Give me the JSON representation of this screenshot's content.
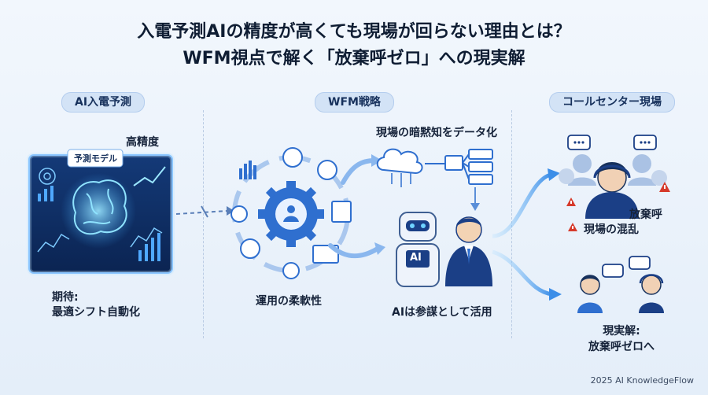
{
  "title": {
    "line1": "入電予測AIの精度が高くても現場が回らない理由とは？",
    "line2": "WFM視点で解く「放棄呼ゼロ」への現実解"
  },
  "sections": {
    "left": {
      "header": "AI入電予測",
      "accuracy_label": "高精度",
      "card_tag": "予測モデル",
      "expectation_label": "期待:",
      "expectation_value": "最適シフト自動化"
    },
    "middle": {
      "header": "WFM戦略",
      "tacit_label": "現場の暗黙知をデータ化",
      "flex_label": "運用の柔軟性",
      "ai_badge": "AI",
      "advisor_label": "AIは参謀として活用"
    },
    "right": {
      "header": "コールセンター現場",
      "abandon_label": "放棄呼",
      "chaos_label": "現場の混乱",
      "reality_label": "現実解:",
      "reality_value": "放棄呼ゼロへ"
    }
  },
  "footer": "2025 AI KnowledgeFlow",
  "colors": {
    "accent": "#2f6fcf",
    "dark_blue": "#1b3f86",
    "warning": "#d63a2b",
    "card_bg": "#0e2a5c",
    "glow": "#6fd3ff"
  },
  "icons": [
    "brain-icon",
    "gear-icon",
    "cloud-icon",
    "robot-icon",
    "businessman-icon",
    "warning-icon",
    "operator-icon",
    "speech-bubble-icon"
  ]
}
